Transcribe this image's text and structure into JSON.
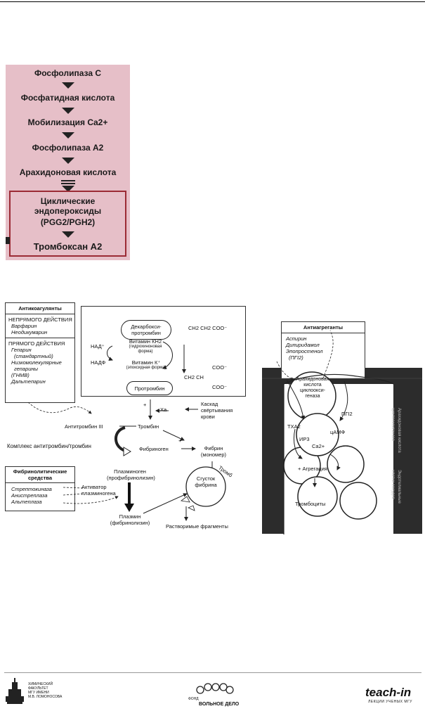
{
  "figure1": {
    "steps": [
      "Фосфолипаза С",
      "Фосфатидная кислота",
      "Мобилизация Ca2+",
      "Фосфолипаза А2",
      "Арахидоновая кислота"
    ],
    "box_lines": [
      "Циклические",
      "эндопероксиды",
      "(PGG2/PGH2)"
    ],
    "final": "Тромбоксан А2"
  },
  "figure2": {
    "anticoagulants": {
      "title": "Антикоагулянты",
      "indirect_header": "НЕПРЯМОГО ДЕЙСТВИЯ",
      "indirect": [
        "Варфарин",
        "Неодикумарин"
      ],
      "direct_header": "ПРЯМОГО ДЕЙСТВИЯ",
      "direct": [
        "Гепарин",
        "(стандартный)",
        "Низкомолекулярные",
        "гепарины",
        "(ГНМВ)",
        "Дальтепарин"
      ]
    },
    "fibrinolytics": {
      "title_l1": "Фибринолитические",
      "title_l2": "средства",
      "items": [
        "Стрептокиназа",
        "Анистреплаза",
        "Альтеплаза"
      ]
    },
    "antiplatelets": {
      "title": "Антиагреганты",
      "items": [
        "Аспирин",
        "Дипиридамол",
        "Эпопростенол",
        "(ПГI2)"
      ]
    },
    "vitk": {
      "decarboxy_l1": "Декарбокси-",
      "decarboxy_l2": "протромбин",
      "formula_top": "CH2 CH2 COO⁻",
      "nad": "НАД⁺",
      "nadf": "НАДФ",
      "vitkh2": "Витамин КН2",
      "vitkh2_sub1": "(гидрохиноновая",
      "vitkh2_sub2": "форма)",
      "vitk": "Витамин К⁺",
      "vitk_sub": "(эпоксидная форма)",
      "formula_coo1": "COO⁻",
      "formula_mid": "CH2 CH",
      "formula_coo2": "COO⁻",
      "prothrombin": "Протромбин"
    },
    "cascade": {
      "xa": "Ха",
      "cascade_l1": "Каскад",
      "cascade_l2": "свёртывания",
      "cascade_l3": "крови",
      "antithrombin": "Антитромбин III",
      "thrombin": "Тромбин",
      "fibrinogen": "Фибриноген",
      "fibrin_l1": "Фибрин",
      "fibrin_l2": "(мономер)",
      "complex": "Комплекс  антитромбин/тромбин",
      "plasminogen_l1": "Плазминоген",
      "plasminogen_l2": "(профибринолизин)",
      "activator_l1": "Активатор",
      "activator_l2": "плазминогена",
      "thromb": "Тромб",
      "clot_l1": "Сгусток",
      "clot_l2": "фибрина",
      "plasmin_l1": "Плазмин",
      "plasmin_l2": "(фибринолизин)",
      "fragments": "Растворимые фрагменты",
      "plus": "+"
    },
    "platelet": {
      "ara_l1": "Арахидоновая",
      "ara_l2": "кислота",
      "ara_l3": "циклоокси-",
      "ara_l4": "геназа",
      "txa2": "ТХА2",
      "pgi2": "ПГI2",
      "camp": "цАМФ",
      "ip3": "ИР3",
      "ca": "Ca2+",
      "aggregation": "+ Агрегация",
      "platelets": "Тромбоциты",
      "side_l1": "Арахидоновая кислота",
      "side_l2": "циклооксигеназа",
      "side_l3": "Эндотелиальные",
      "side_l4": "клетки сосудов"
    }
  },
  "footer": {
    "left_l1": "ХИМИЧЕСКИЙ",
    "left_l2": "ФАКУЛЬТЕТ",
    "left_l3": "МГУ ИМЕНИ",
    "left_l4": "М.В. ЛОМОНОСОВА",
    "center_l1": "ФОНД",
    "center_l2": "ВОЛЬНОЕ ДЕЛО",
    "right_l1": "teach-in",
    "right_l2": "ЛЕКЦИИ УЧЕНЫХ МГУ"
  }
}
